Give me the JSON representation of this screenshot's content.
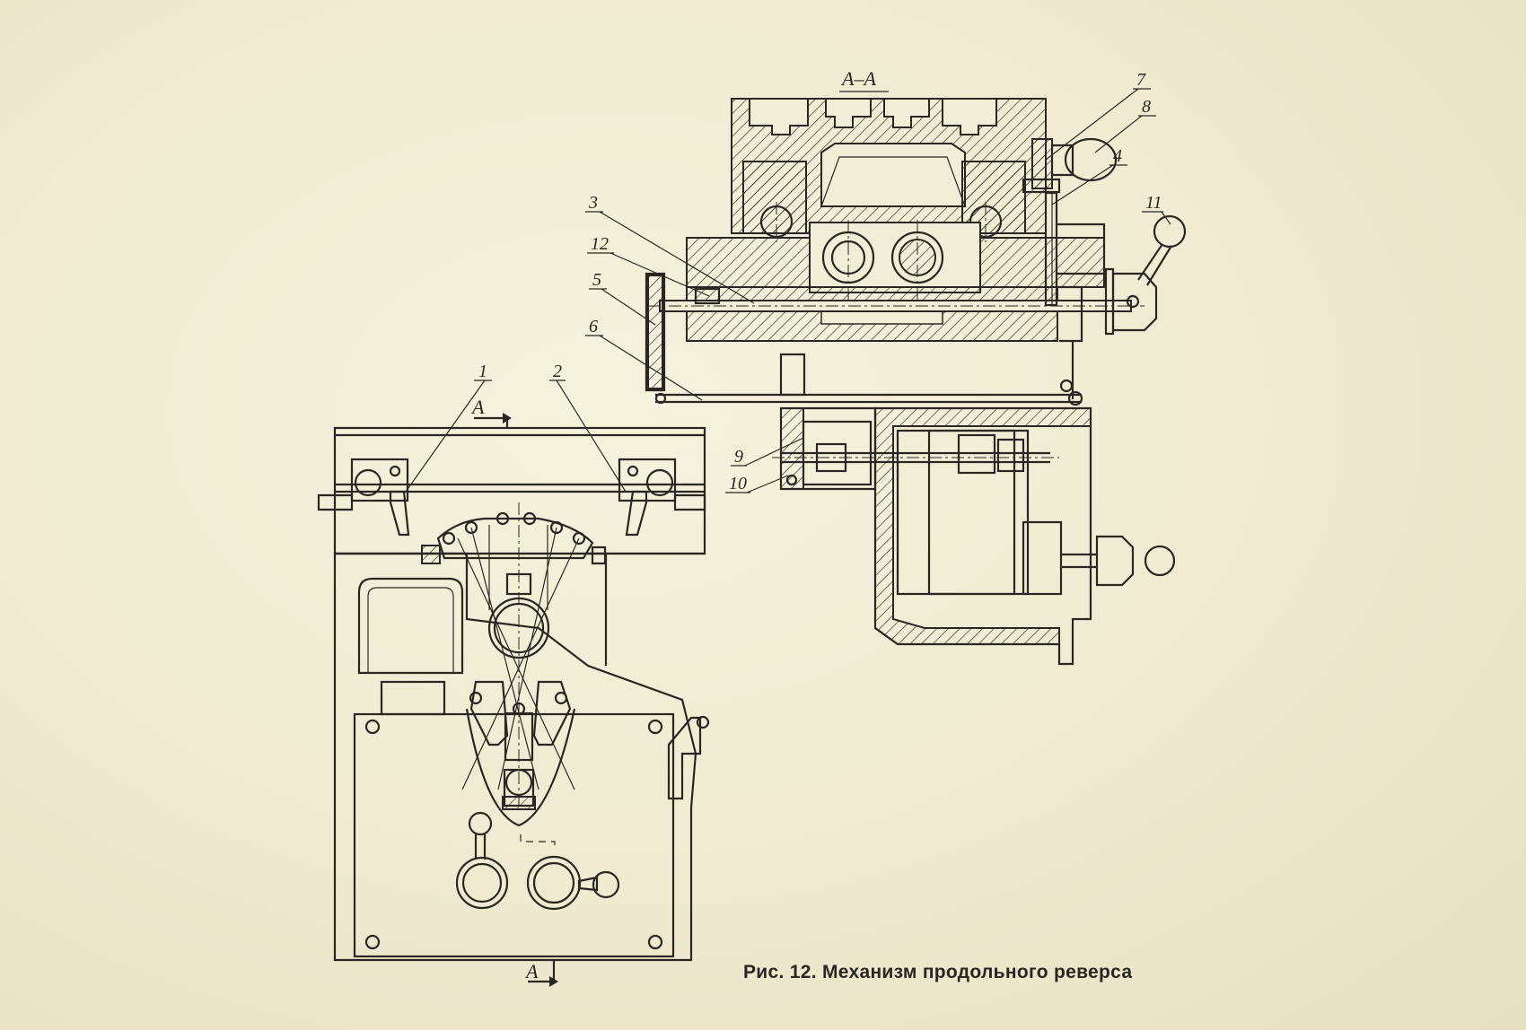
{
  "section_label": "А–А",
  "section_marks": [
    "A",
    "A"
  ],
  "callouts": [
    "1",
    "2",
    "3",
    "4",
    "5",
    "6",
    "7",
    "8",
    "9",
    "10",
    "11",
    "12"
  ],
  "caption": "Рис. 12. Механизм продольного реверса"
}
